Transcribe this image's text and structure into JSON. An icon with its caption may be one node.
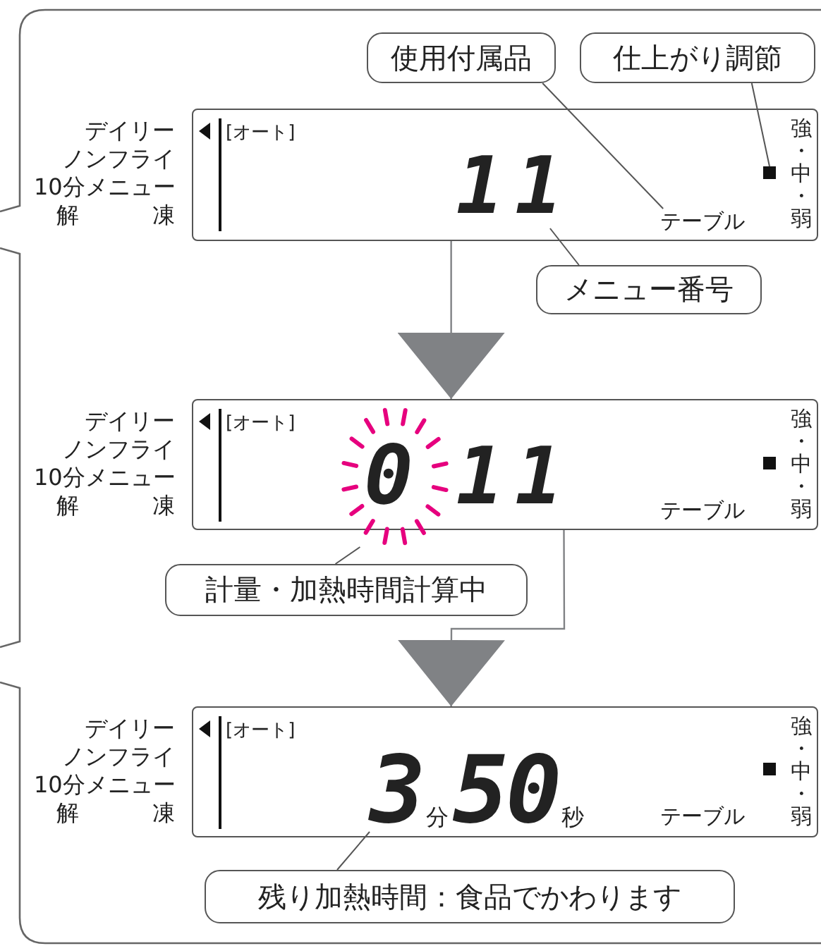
{
  "diagram": {
    "nodes": [
      {
        "text": [
          "使用付属品"
        ]
      },
      {
        "text": [
          "仕上がり調節"
        ]
      },
      {
        "text": [
          "[オート]",
          "強・中・弱"
        ],
        "beside": [
          "デイリー",
          "ノンフライ",
          "10分メニュー",
          "解凍"
        ]
      },
      {
        "text": [
          "11"
        ],
        "in": 2
      },
      {
        "text": [
          "テーブル"
        ],
        "in": 2
      },
      {
        "text": [],
        "shape": "box",
        "in": 2
      },
      {
        "text": [
          "メニュー番号"
        ]
      },
      {
        "text": [
          "[オート]",
          "強・中・弱"
        ],
        "beside": [
          "デイリー",
          "ノンフライ",
          "10分メニュー",
          "解凍"
        ]
      },
      {
        "text": [
          "0"
        ],
        "in": 7
      },
      {
        "text": [
          "11"
        ],
        "in": 7
      },
      {
        "text": [
          "テーブル"
        ],
        "in": 7
      },
      {
        "text": [],
        "shape": "box",
        "in": 7
      },
      {
        "text": [
          "計量・加熱時間計算中"
        ]
      },
      {
        "text": [
          "[オート]",
          "強・中・弱"
        ],
        "beside": [
          "デイリー",
          "ノンフライ",
          "10分メニュー",
          "解凍"
        ]
      },
      {
        "text": [
          "3",
          "分",
          "50",
          "秒"
        ],
        "in": 13
      },
      {
        "text": [
          "テーブル"
        ],
        "in": 13
      },
      {
        "text": [],
        "shape": "box",
        "in": 13
      },
      {
        "text": [
          "残り加熱時間：食品でかわります"
        ]
      }
    ],
    "edges": [
      {
        "from": 0,
        "to": 4,
        "arrow": "none"
      },
      {
        "from": 1,
        "to": 5,
        "arrow": "none"
      },
      {
        "from": 2,
        "to": 7,
        "arrow": "to"
      },
      {
        "from": 6,
        "to": 3,
        "arrow": "none"
      },
      {
        "from": 12,
        "to": 8,
        "arrow": "none"
      },
      {
        "from": 7,
        "to": 13,
        "arrow": "to"
      },
      {
        "from": 17,
        "to": 14,
        "arrow": "none"
      }
    ]
  }
}
